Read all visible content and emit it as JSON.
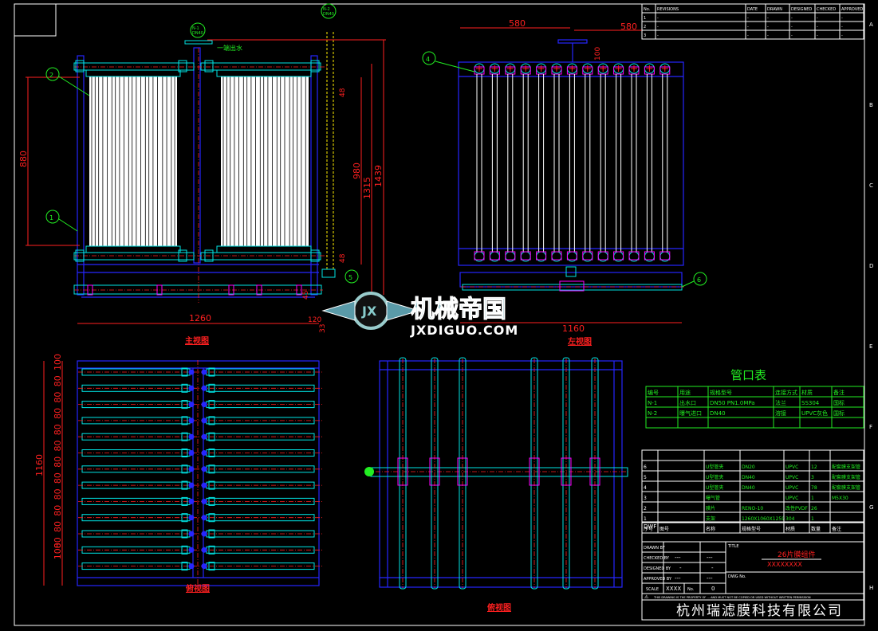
{
  "drawing": {
    "views": {
      "front": "主视图",
      "left": "左视图",
      "top": "俯视图",
      "bottom": "俯视图"
    },
    "annotations": {
      "outlet_note": "一端出水",
      "nozzle_n1": "N-1",
      "nozzle_n1_size": "DN40",
      "nozzle_n2": "N-2",
      "nozzle_n2_size": "DN40",
      "balloons": [
        "1",
        "2",
        "4",
        "5",
        "6"
      ]
    },
    "dimensions": {
      "front": [
        "880",
        "1260",
        "980",
        "1315",
        "1439",
        "48",
        "48",
        "45",
        "120",
        "33"
      ],
      "left": [
        "580",
        "580",
        "100",
        "1160"
      ],
      "top": [
        "1160",
        "100",
        "80",
        "80",
        "80",
        "80",
        "80",
        "80",
        "80",
        "80",
        "80",
        "80",
        "80",
        "100"
      ]
    },
    "grid_rows": [
      "A",
      "B",
      "C",
      "D",
      "E",
      "F",
      "G",
      "H"
    ],
    "watermark": {
      "name": "机械帝国",
      "site": "JXDIGUO.COM"
    }
  },
  "nozzle_table": {
    "title": "管口表",
    "headers": [
      "编号",
      "用途",
      "规格型号",
      "连接方式",
      "材质",
      "备注"
    ],
    "rows": [
      [
        "N-1",
        "出水口",
        "DN50 PN1.0MPa",
        "法兰",
        "SS304",
        "国标"
      ],
      [
        "N-2",
        "曝气进口",
        "DN40",
        "溶接",
        "UPVC灰色",
        "国标"
      ]
    ]
  },
  "parts_list": {
    "headers": [
      "序号",
      "图号",
      "名称",
      "规格型号",
      "材质",
      "数量",
      "备注"
    ],
    "rows": [
      [
        "6",
        "",
        "U型管夹",
        "DN20",
        "UPVC",
        "12",
        "配套膜支架管"
      ],
      [
        "5",
        "",
        "U型管夹",
        "DN40",
        "UPVC",
        "3",
        "配套膜支架管"
      ],
      [
        "4",
        "",
        "U型管夹",
        "DN40",
        "UPVC",
        "78",
        "配套膜支架管"
      ],
      [
        "3",
        "",
        "曝气管",
        "",
        "UPVC",
        "1",
        "M5X30"
      ],
      [
        "2",
        "",
        "膜片",
        "RENO-10",
        "改性PVDF",
        "26",
        ""
      ],
      [
        "1",
        "",
        "支架",
        "1260X1060X1259",
        "304",
        "1",
        ""
      ]
    ]
  },
  "title_block": {
    "dwf_label": "DWF",
    "drawn_label": "DRAWN BY",
    "checked_label": "CHECKED BY",
    "designed_label": "DESIGNED BY",
    "approved_label": "APPROVED BY",
    "scale_label": "SCALE",
    "scale_value": "XXXX",
    "sheet_label": "No.",
    "sheet_value": "0",
    "dash3": "---",
    "dash1": "-",
    "title_label": "TITLE",
    "title": "26片膜组件",
    "subtitle": "XXXXXXXX",
    "dwg_no_label": "DWG No.",
    "warning": "THIS DRAWING IS THE PROPERTY OF ... AND MUST NOT BE COPIED OR USED WITHOUT WRITTEN PERMISSION",
    "company": "杭州瑞滤膜科技有限公司"
  },
  "revisions": {
    "headers": [
      "No.",
      "REVISIONS",
      "DATE",
      "DRAWN",
      "DESIGNED",
      "CHECKED",
      "APPROVED"
    ],
    "rows": [
      [
        "1",
        "-",
        "-",
        "-",
        "-",
        "-",
        "-"
      ],
      [
        "2",
        "-",
        "-",
        "-",
        "-",
        "-",
        "-"
      ],
      [
        "3",
        "-",
        "-",
        "-",
        "-",
        "-",
        "-"
      ]
    ]
  },
  "colors": {
    "background": "#000000",
    "frame": "#2626ff",
    "pipe": "#00e5e5",
    "dimension": "#ff2020",
    "clamp": "#ff00ff",
    "label": "#22ee22",
    "title": "#ff2020"
  }
}
